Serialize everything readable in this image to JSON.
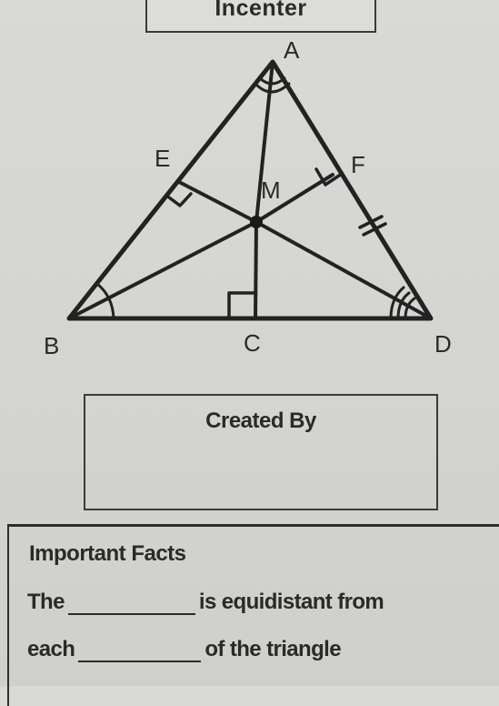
{
  "title": "Incenter",
  "diagram": {
    "points": {
      "A": "A",
      "B": "B",
      "C": "C",
      "D": "D",
      "E": "E",
      "F": "F",
      "M": "M"
    }
  },
  "created_box": {
    "label": "Created By"
  },
  "facts": {
    "title": "Important Facts",
    "line1_before": "The",
    "line1_after": "is equidistant from",
    "line2_before": "each",
    "line2_after": "of the triangle"
  },
  "colors": {
    "ink": "#2a2a2a",
    "paper": "#d7d7d4"
  }
}
